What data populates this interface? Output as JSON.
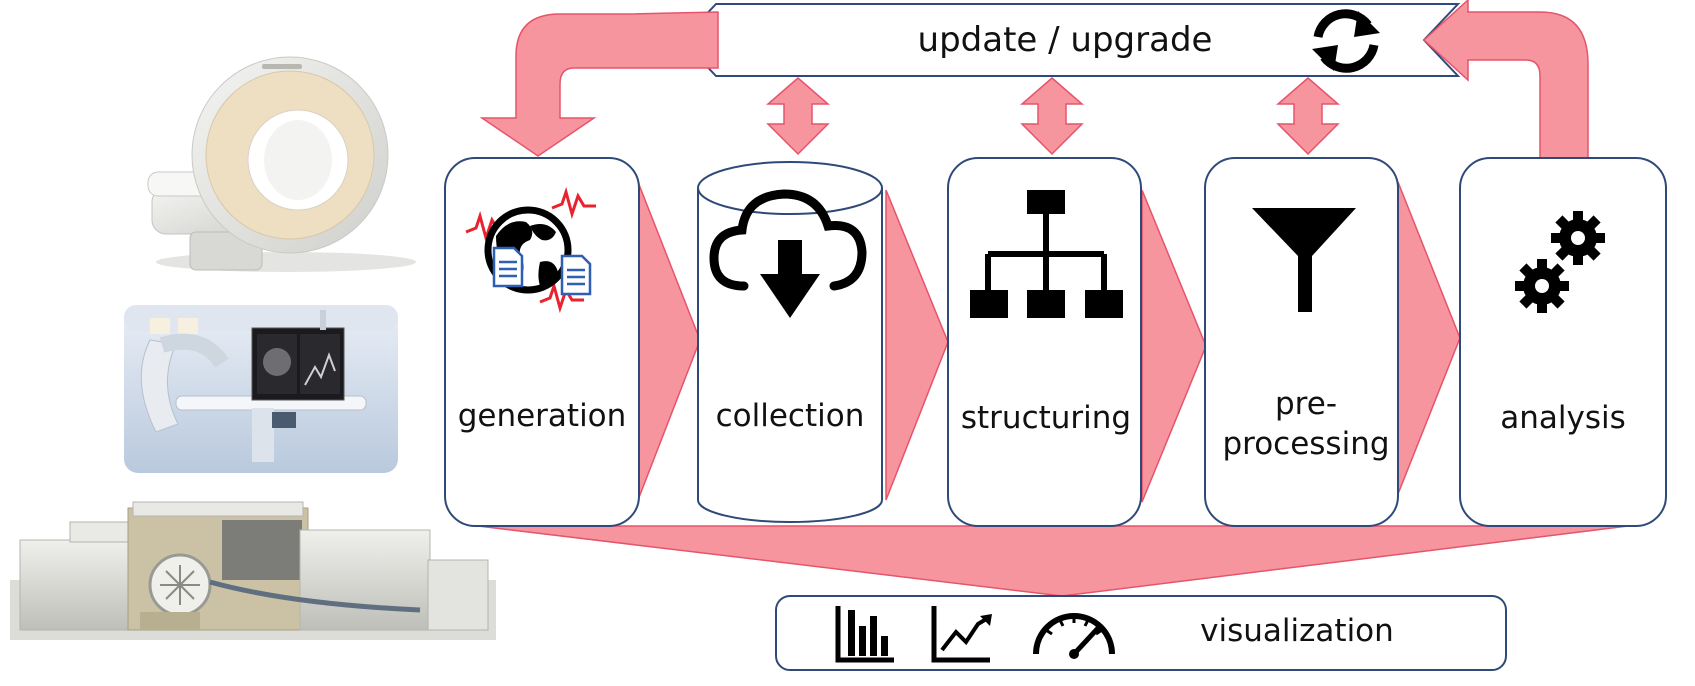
{
  "update_bar": {
    "label": "update / upgrade",
    "icon": "refresh-icon"
  },
  "stages": [
    {
      "id": "generation",
      "lines": [
        "generation"
      ],
      "icon": "globe-signal-documents-icon",
      "shape": "rounded-box"
    },
    {
      "id": "collection",
      "lines": [
        "collection"
      ],
      "icon": "cloud-download-icon",
      "shape": "cylinder"
    },
    {
      "id": "structuring",
      "lines": [
        "structuring"
      ],
      "icon": "hierarchy-icon",
      "shape": "rounded-box"
    },
    {
      "id": "pre-processing",
      "lines": [
        "pre-",
        "processing"
      ],
      "icon": "filter-icon",
      "shape": "rounded-box"
    },
    {
      "id": "analysis",
      "lines": [
        "analysis"
      ],
      "icon": "gears-icon",
      "shape": "rounded-box"
    }
  ],
  "visualization": {
    "label": "visualization",
    "icons": [
      "bar-chart-icon",
      "line-chart-icon",
      "gauge-icon"
    ]
  },
  "equipment_images": [
    "mri-scanner-image",
    "angiography-system-image",
    "production-line-machine-image"
  ],
  "colors": {
    "arrow_fill": "#f7959f",
    "arrow_stroke": "#e5546a",
    "box_stroke": "#2f4a78",
    "icon": "#000000",
    "signal": "#e8232f",
    "document": "#2f5fb3"
  }
}
